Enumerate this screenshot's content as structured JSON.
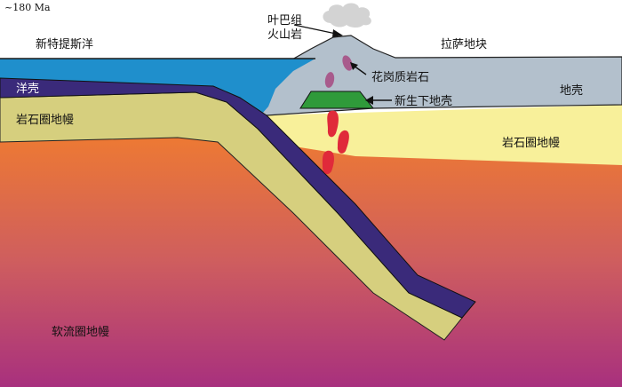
{
  "labels": {
    "age": "~180 Ma",
    "volcanic_rocks_line1": "叶巴组",
    "volcanic_rocks_line2": "火山岩",
    "neo_tethys_ocean": "新特提斯洋",
    "lhasa_block": "拉萨地块",
    "oceanic_crust": "洋壳",
    "lithospheric_mantle_left": "岩石圈地幔",
    "granitoids": "花岗质岩石",
    "juvenile_crust": "新生下地壳",
    "continental_crust": "地壳",
    "lithospheric_mantle_right": "岩石圈地幔",
    "asthenospheric_mantle": "软流圈地幔"
  },
  "colors": {
    "ocean": "#1f8fcc",
    "continental_crust": "#b3c0cc",
    "oceanic_crust": "#3a2a7a",
    "slab_mantle": "#d6cf7e",
    "lithosphere_right": "#f8f09a",
    "asthenosphere_top": "#ee7a32",
    "asthenosphere_bottom": "#a8307e",
    "juvenile_crust": "#2f9a3a",
    "granite_blob": "#a85b8c",
    "melt_blob": "#e02a3a",
    "ash_cloud": "#d3d3d3"
  }
}
